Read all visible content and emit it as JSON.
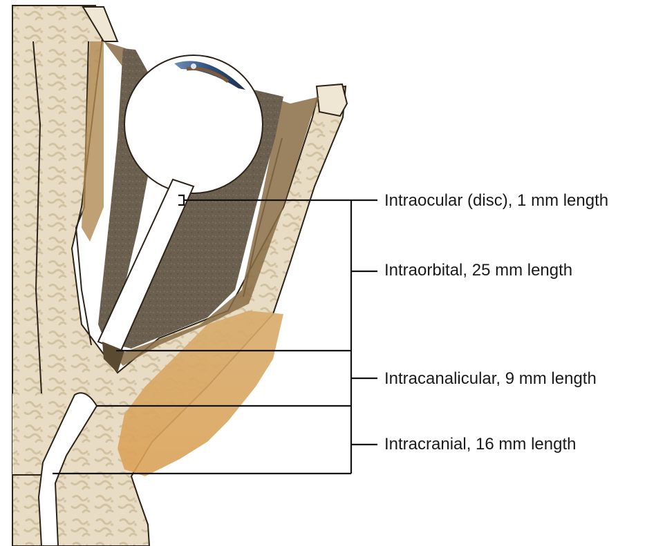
{
  "labels": {
    "intraocular": "Intraocular (disc), 1 mm length",
    "intraorbital": "Intraorbital, 25 mm length",
    "intracanalicular": "Intracanalicular, 9 mm length",
    "intracranial": "Intracranial, 16 mm length"
  },
  "colors": {
    "bone": "#e8dcc4",
    "bone_texture": "#d4c4a4",
    "orbit_fat": "#6a5f50",
    "dura": "#7a6240",
    "tissue_orange": "#d9a860",
    "outline": "#2a2216",
    "leader_line": "#111111"
  }
}
